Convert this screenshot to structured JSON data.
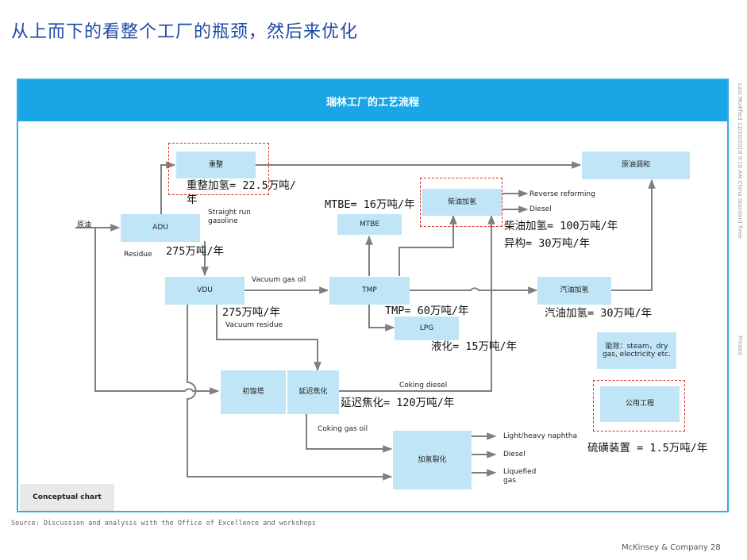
{
  "page_title": "从上而下的看整个工厂的瓶颈，然后来优化",
  "banner_title": "瑞林工厂的工艺流程",
  "side_note": {
    "last_modified": "Last Modified 12/20/2018 9:16 AM China Standard Time",
    "printed": "Printed"
  },
  "nodes": {
    "crude": "原油",
    "adu": "ADU",
    "reforming": "重整",
    "blending": "原油调和",
    "mtbe": "MTBE",
    "diesel_hydro": "柴油加氢",
    "vdu": "VDU",
    "tmp": "TMP",
    "gasoline_hydro": "汽油加氢",
    "lpg": "LPG",
    "fractionator": "初馏塔",
    "coker": "延迟焦化",
    "hydrocracking": "加氢裂化",
    "utilities_note": "能效：steam，dry gas, electricity etc.",
    "public_works": "公用工程"
  },
  "flow_labels": {
    "straight_run": "Straight run gasoline",
    "residue": "Residue",
    "vacuum_gas_oil": "Vacuum gas oil",
    "vacuum_residue": "Vacuum residue",
    "reverse_reforming": "Reverse reforming",
    "diesel_out": "Diesel",
    "coking_diesel": "Coking diesel",
    "coking_gas_oil": "Coking gas oil",
    "light_heavy_naphtha": "Light/heavy naphtha",
    "diesel_out2": "Diesel",
    "liquefied_gas": "Liquefied gas"
  },
  "capacities": {
    "reforming": "重整加氢= 22.5万吨/年",
    "mtbe": "MTBE= 16万吨/年",
    "diesel_hydro": "柴油加氢= 100万吨/年",
    "isomer": "异构= 30万吨/年",
    "adu": "275万吨/年",
    "vdu": "275万吨/年",
    "tmp": "TMP= 60万吨/年",
    "gasoline_hydro": "汽油加氢= 30万吨/年",
    "lpg": "液化= 15万吨/年",
    "coker": "延迟焦化= 120万吨/年",
    "sulfur": "硫磺装置 = 1.5万吨/年"
  },
  "conceptual_chart": "Conceptual chart",
  "source": "Source: Discussion and analysis with the Office of Excellence and workshops",
  "footer": "McKinsey & Company  28"
}
